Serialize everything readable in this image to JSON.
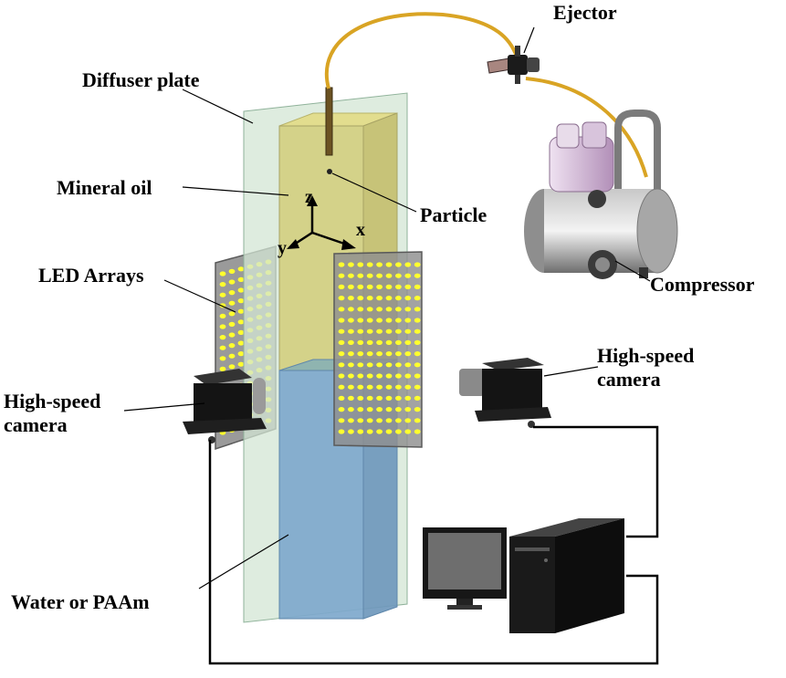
{
  "labels": {
    "ejector": "Ejector",
    "diffuser_plate": "Diffuser plate",
    "mineral_oil": "Mineral oil",
    "particle": "Particle",
    "compressor": "Compressor",
    "led_arrays": "LED Arrays",
    "camera_left": [
      "High-speed",
      "camera"
    ],
    "camera_right": [
      "High-speed",
      "camera"
    ],
    "water_or_paam": "Water or PAAm"
  },
  "axes": {
    "x": "x",
    "y": "y",
    "z": "z"
  },
  "colors": {
    "tube": "#d9a424",
    "diffuser": "#d3e6d4",
    "oil": "#d7d486",
    "water": "#7ea8cc",
    "led": "#ffff2e",
    "led_panel": "#8f8f8f",
    "camera_body": "#111111",
    "cable": "#000000"
  }
}
